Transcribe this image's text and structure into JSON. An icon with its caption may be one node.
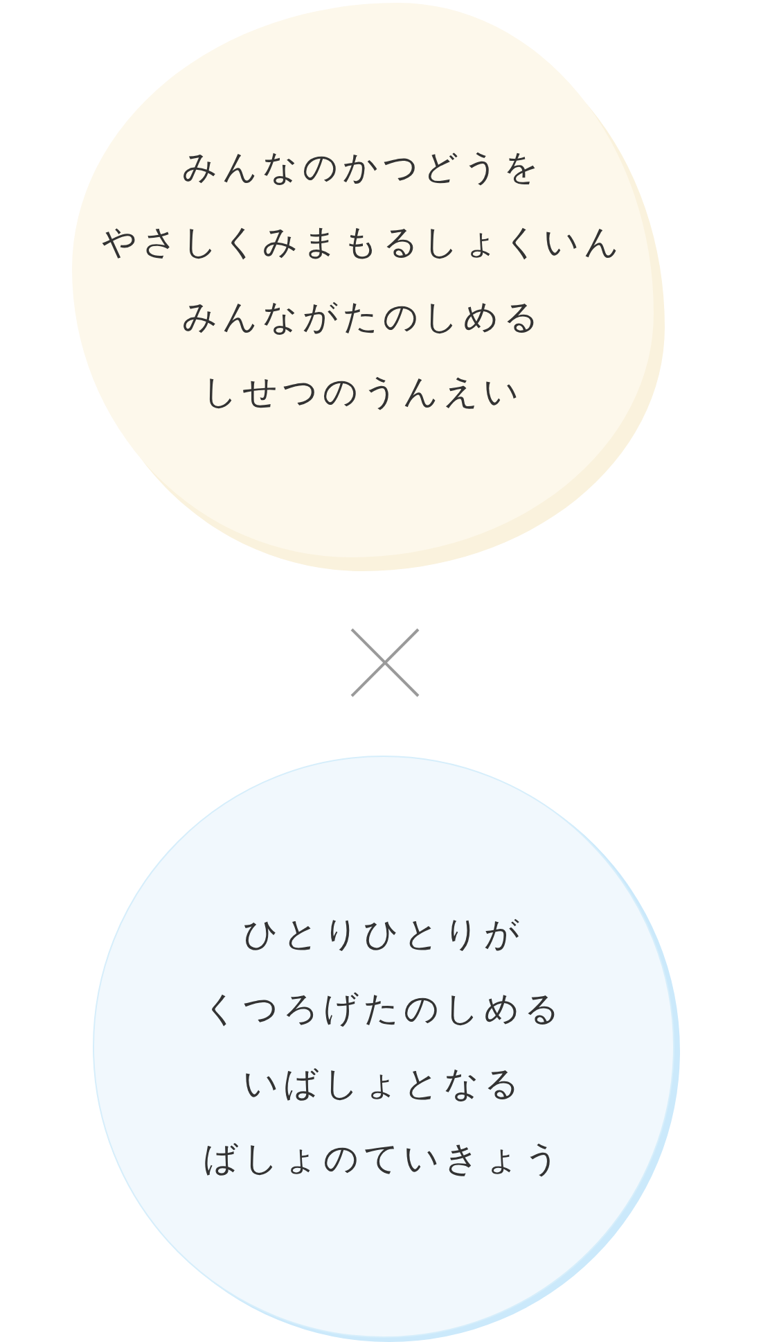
{
  "diagram": {
    "nodes": [
      {
        "text": [
          "みんなのかつどうを",
          "やさしくみまもるしょくいん",
          "みんながたのしめる",
          "しせつのうんえい"
        ]
      },
      {
        "text": [
          "ひとりひとりが",
          "くつろげたのしめる",
          "いばしょとなる",
          "ばしょのていきょう"
        ]
      }
    ]
  }
}
